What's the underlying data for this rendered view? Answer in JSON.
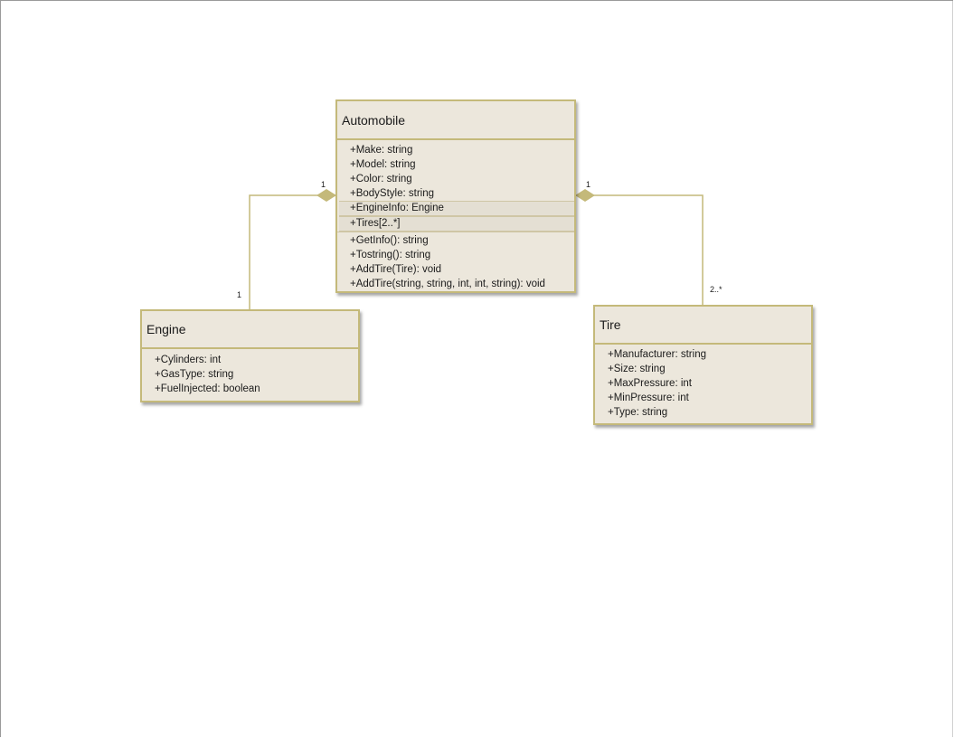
{
  "classes": {
    "automobile": {
      "name": "Automobile",
      "attributes": [
        "+Make: string",
        "+Model: string",
        "+Color: string",
        "+BodyStyle: string",
        "+EngineInfo: Engine",
        "+Tires[2..*]"
      ],
      "methods": [
        "+GetInfo(): string",
        "+Tostring(): string",
        "+AddTire(Tire): void",
        "+AddTire(string, string, int, int, string): void"
      ]
    },
    "engine": {
      "name": "Engine",
      "attributes": [
        "+Cylinders: int",
        "+GasType: string",
        "+FuelInjected: boolean"
      ]
    },
    "tire": {
      "name": "Tire",
      "attributes": [
        "+Manufacturer: string",
        "+Size: string",
        "+MaxPressure: int",
        "+MinPressure: int",
        "+Type: string"
      ]
    }
  },
  "associations": {
    "automobile_engine": {
      "multiplicity_automobile": "1",
      "multiplicity_engine": "1",
      "kind": "composition"
    },
    "automobile_tire": {
      "multiplicity_automobile": "1",
      "multiplicity_tire": "2..*",
      "kind": "composition"
    }
  },
  "colors": {
    "box_fill": "#ece7dc",
    "box_border": "#c4b97a",
    "connector": "#c4b97a"
  }
}
